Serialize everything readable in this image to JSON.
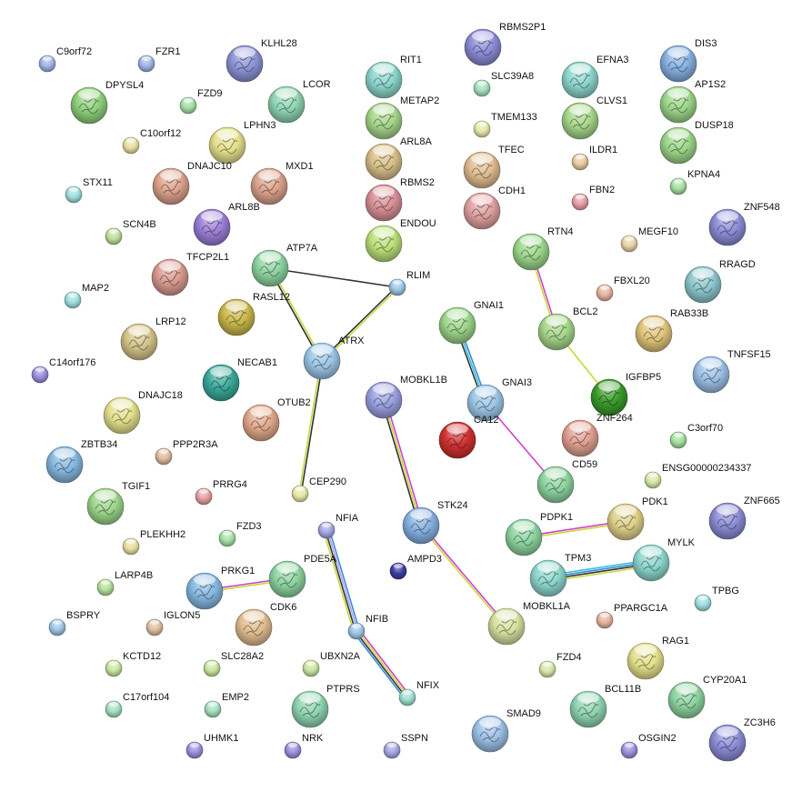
{
  "title": "Protein interaction network",
  "nodes": [
    {
      "label": "C9orf72",
      "color": "#9fb6e6",
      "structure": false
    },
    {
      "label": "FZR1",
      "color": "#9fb6e6",
      "structure": false
    },
    {
      "label": "KLHL28",
      "color": "#8c93d6",
      "structure": true
    },
    {
      "label": "DPYSL4",
      "color": "#8fd07c",
      "structure": true
    },
    {
      "label": "FZD9",
      "color": "#a6e0a6",
      "structure": false
    },
    {
      "label": "LCOR",
      "color": "#8fd6b4",
      "structure": true
    },
    {
      "label": "C10orf12",
      "color": "#e6e0a0",
      "structure": false
    },
    {
      "label": "LPHN3",
      "color": "#e3e08c",
      "structure": true
    },
    {
      "label": "DNAJC10",
      "color": "#dba28c",
      "structure": true
    },
    {
      "label": "MXD1",
      "color": "#dba28c",
      "structure": true
    },
    {
      "label": "STX11",
      "color": "#9fe0dc",
      "structure": false
    },
    {
      "label": "ARL8B",
      "color": "#9a7ed6",
      "structure": true
    },
    {
      "label": "SCN4B",
      "color": "#bde09a",
      "structure": false
    },
    {
      "label": "TFCP2L1",
      "color": "#d99a90",
      "structure": true
    },
    {
      "label": "ATP7A",
      "color": "#8ed4a0",
      "structure": true
    },
    {
      "label": "MAP2",
      "color": "#9fe0dc",
      "structure": false
    },
    {
      "label": "RASL12",
      "color": "#c9b84a",
      "structure": true
    },
    {
      "label": "LRP12",
      "color": "#d4c48a",
      "structure": true
    },
    {
      "label": "C14orf176",
      "color": "#9a90dc",
      "structure": false
    },
    {
      "label": "NECAB1",
      "color": "#3aa89a",
      "structure": true
    },
    {
      "label": "ATRX",
      "color": "#9cc6e6",
      "structure": true
    },
    {
      "label": "RLIM",
      "color": "#9cc6e6",
      "structure": false
    },
    {
      "label": "DNAJC18",
      "color": "#e3e08c",
      "structure": true
    },
    {
      "label": "OTUB2",
      "color": "#e0a88a",
      "structure": true
    },
    {
      "label": "ZBTB34",
      "color": "#86b8e0",
      "structure": true
    },
    {
      "label": "PPP2R3A",
      "color": "#e0bca0",
      "structure": false
    },
    {
      "label": "CEP290",
      "color": "#e6e8a8",
      "structure": false
    },
    {
      "label": "TGIF1",
      "color": "#9cd68a",
      "structure": true
    },
    {
      "label": "PRRG4",
      "color": "#e6a0a0",
      "structure": false
    },
    {
      "label": "PLEKHH2",
      "color": "#e6e0a0",
      "structure": false
    },
    {
      "label": "FZD3",
      "color": "#a6e0a6",
      "structure": false
    },
    {
      "label": "LARP4B",
      "color": "#b4e09a",
      "structure": false
    },
    {
      "label": "PRKG1",
      "color": "#86b8e0",
      "structure": true
    },
    {
      "label": "PDE5A",
      "color": "#8ed4a0",
      "structure": true
    },
    {
      "label": "NFIA",
      "color": "#a6a6e6",
      "structure": false
    },
    {
      "label": "BSPRY",
      "color": "#9cc6e6",
      "structure": false
    },
    {
      "label": "IGLON5",
      "color": "#e0c0a0",
      "structure": false
    },
    {
      "label": "CDK6",
      "color": "#e0bc90",
      "structure": true
    },
    {
      "label": "NFIB",
      "color": "#9cc6e6",
      "structure": false
    },
    {
      "label": "KCTD12",
      "color": "#c9e6a0",
      "structure": false
    },
    {
      "label": "SLC28A2",
      "color": "#c9e6a0",
      "structure": false
    },
    {
      "label": "UBXN2A",
      "color": "#c9e6a0",
      "structure": false
    },
    {
      "label": "NFIX",
      "color": "#9fe0d0",
      "structure": false
    },
    {
      "label": "C17orf104",
      "color": "#a6e0c0",
      "structure": false
    },
    {
      "label": "EMP2",
      "color": "#a6e0c0",
      "structure": false
    },
    {
      "label": "PTPRS",
      "color": "#8ed4b0",
      "structure": true
    },
    {
      "label": "UHMK1",
      "color": "#9a90dc",
      "structure": false
    },
    {
      "label": "NRK",
      "color": "#9a90dc",
      "structure": false
    },
    {
      "label": "SSPN",
      "color": "#a6a6e6",
      "structure": false
    },
    {
      "label": "RBMS2P1",
      "color": "#8c8cd6",
      "structure": true
    },
    {
      "label": "RIT1",
      "color": "#8cd6cc",
      "structure": true
    },
    {
      "label": "SLC39A8",
      "color": "#a6e0c0",
      "structure": false
    },
    {
      "label": "EFNA3",
      "color": "#8cd6cc",
      "structure": true
    },
    {
      "label": "DIS3",
      "color": "#86b0e0",
      "structure": true
    },
    {
      "label": "METAP2",
      "color": "#a6d68a",
      "structure": true
    },
    {
      "label": "AP1S2",
      "color": "#9cd68a",
      "structure": true
    },
    {
      "label": "TMEM133",
      "color": "#e6e8a8",
      "structure": false
    },
    {
      "label": "CLVS1",
      "color": "#a6d68a",
      "structure": true
    },
    {
      "label": "ARL8A",
      "color": "#d9c08a",
      "structure": true
    },
    {
      "label": "DUSP18",
      "color": "#9cd68a",
      "structure": true
    },
    {
      "label": "TFEC",
      "color": "#e0bc90",
      "structure": true
    },
    {
      "label": "ILDR1",
      "color": "#e6cca0",
      "structure": false
    },
    {
      "label": "KPNA4",
      "color": "#a6e0a0",
      "structure": false
    },
    {
      "label": "RBMS2",
      "color": "#d99098",
      "structure": true
    },
    {
      "label": "CDH1",
      "color": "#e0a0a0",
      "structure": true
    },
    {
      "label": "FBN2",
      "color": "#e6a0a6",
      "structure": false
    },
    {
      "label": "ENDOU",
      "color": "#bce07a",
      "structure": true
    },
    {
      "label": "ZNF548",
      "color": "#8c8cd6",
      "structure": true
    },
    {
      "label": "MEGF10",
      "color": "#e6d4a8",
      "structure": false
    },
    {
      "label": "RTN4",
      "color": "#9cd68a",
      "structure": true
    },
    {
      "label": "RRAGD",
      "color": "#8cc6cc",
      "structure": true
    },
    {
      "label": "FBXL20",
      "color": "#e6b4a0",
      "structure": false
    },
    {
      "label": "BCL2",
      "color": "#a6d68a",
      "structure": true
    },
    {
      "label": "RAB33B",
      "color": "#e0c47a",
      "structure": true
    },
    {
      "label": "GNAI1",
      "color": "#9cd68a",
      "structure": true
    },
    {
      "label": "TNFSF15",
      "color": "#9cc0e6",
      "structure": true
    },
    {
      "label": "MOBKL1B",
      "color": "#9aa0e0",
      "structure": true
    },
    {
      "label": "GNAI3",
      "color": "#9cc6e6",
      "structure": true
    },
    {
      "label": "IGFBP5",
      "color": "#3a9a2a",
      "structure": true
    },
    {
      "label": "CA12",
      "color": "#d03030",
      "structure": true
    },
    {
      "label": "ZNF264",
      "color": "#e0a090",
      "structure": true
    },
    {
      "label": "C3orf70",
      "color": "#a6e0a0",
      "structure": false
    },
    {
      "label": "ENSG00000234337",
      "color": "#d6e8a8",
      "structure": false
    },
    {
      "label": "CD59",
      "color": "#8ed4a0",
      "structure": true
    },
    {
      "label": "ZNF665",
      "color": "#8c8cd6",
      "structure": true
    },
    {
      "label": "STK24",
      "color": "#86b0e0",
      "structure": true
    },
    {
      "label": "PDK1",
      "color": "#e0d08a",
      "structure": true
    },
    {
      "label": "PDPK1",
      "color": "#8ed4a0",
      "structure": true
    },
    {
      "label": "AMPD3",
      "color": "#3a3ea0",
      "structure": false
    },
    {
      "label": "MYLK",
      "color": "#8cd6cc",
      "structure": true
    },
    {
      "label": "TPM3",
      "color": "#8cd6cc",
      "structure": true
    },
    {
      "label": "TPBG",
      "color": "#9fe0e0",
      "structure": false
    },
    {
      "label": "PPARGC1A",
      "color": "#e6b4a0",
      "structure": false
    },
    {
      "label": "MOBKL1A",
      "color": "#d6e0a0",
      "structure": true
    },
    {
      "label": "RAG1",
      "color": "#e3e08c",
      "structure": true
    },
    {
      "label": "FZD4",
      "color": "#d6e8a8",
      "structure": false
    },
    {
      "label": "CYP20A1",
      "color": "#8ed4a0",
      "structure": true
    },
    {
      "label": "BCL11B",
      "color": "#8ed4b0",
      "structure": true
    },
    {
      "label": "SMAD9",
      "color": "#9cc0e6",
      "structure": true
    },
    {
      "label": "ZC3H6",
      "color": "#8c8cd6",
      "structure": true
    },
    {
      "label": "OSGIN2",
      "color": "#9a90dc",
      "structure": false
    }
  ],
  "edges": [
    {
      "from": "ATP7A",
      "to": "RLIM",
      "channels": [
        "#333333"
      ]
    },
    {
      "from": "ATP7A",
      "to": "ATRX",
      "channels": [
        "#c8d83a",
        "#333333"
      ]
    },
    {
      "from": "RLIM",
      "to": "ATRX",
      "channels": [
        "#c8d83a",
        "#333333"
      ]
    },
    {
      "from": "ATRX",
      "to": "CEP290",
      "channels": [
        "#333333",
        "#c8d83a"
      ]
    },
    {
      "from": "GNAI1",
      "to": "GNAI3",
      "channels": [
        "#3a8ad8",
        "#30c0e0",
        "#333333"
      ]
    },
    {
      "from": "GNAI3",
      "to": "CD59",
      "channels": [
        "#d040d0"
      ]
    },
    {
      "from": "RTN4",
      "to": "BCL2",
      "channels": [
        "#d040d0",
        "#c8d83a"
      ]
    },
    {
      "from": "BCL2",
      "to": "IGFBP5",
      "channels": [
        "#c8d83a"
      ]
    },
    {
      "from": "MOBKL1B",
      "to": "STK24",
      "channels": [
        "#d040d0",
        "#c8d83a",
        "#333333"
      ]
    },
    {
      "from": "STK24",
      "to": "MOBKL1A",
      "channels": [
        "#d040d0",
        "#c8d83a"
      ]
    },
    {
      "from": "PDPK1",
      "to": "PDK1",
      "channels": [
        "#d040d0",
        "#c8d83a"
      ]
    },
    {
      "from": "TPM3",
      "to": "MYLK",
      "channels": [
        "#30c0e0",
        "#3a8ad8",
        "#333333",
        "#c8d83a"
      ]
    },
    {
      "from": "PRKG1",
      "to": "PDE5A",
      "channels": [
        "#d040d0",
        "#c8d83a"
      ]
    },
    {
      "from": "NFIA",
      "to": "NFIB",
      "channels": [
        "#3a8ad8",
        "#b0a0f0",
        "#333333",
        "#c8d83a"
      ]
    },
    {
      "from": "NFIB",
      "to": "NFIX",
      "channels": [
        "#d040d0",
        "#c8d83a",
        "#333333",
        "#3a8ad8"
      ]
    }
  ]
}
